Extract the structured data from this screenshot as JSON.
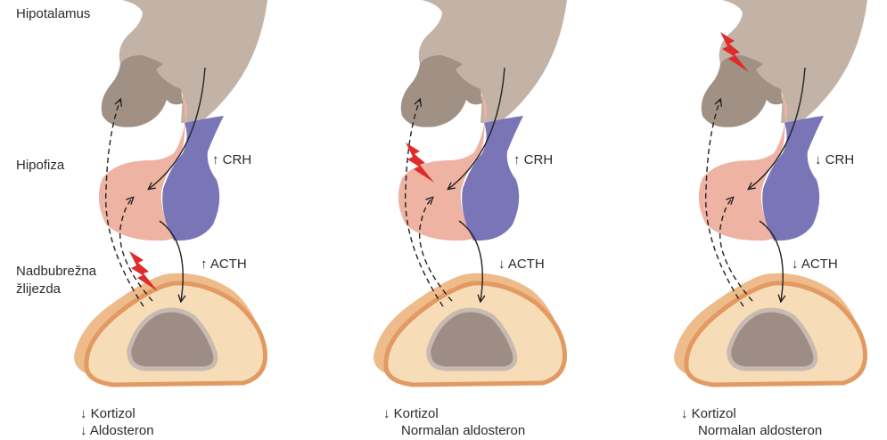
{
  "labels": {
    "hypothalamus": "Hipotalamus",
    "pituitary": "Hipofiza",
    "adrenal_line1": "Nadbubrežna",
    "adrenal_line2": "žlijezda"
  },
  "panels": [
    {
      "crh": "↑ CRH",
      "acth": "↑ ACTH",
      "result_line1": "↓ Kortizol",
      "result_line2": "↓ Aldosteron",
      "lesion": "adrenal"
    },
    {
      "crh": "↑ CRH",
      "acth": "↓ ACTH",
      "result_line1": "↓ Kortizol",
      "result_line2": "Normalan aldosteron",
      "lesion": "pituitary"
    },
    {
      "crh": "↓ CRH",
      "acth": "↓ ACTH",
      "result_line1": "↓ Kortizol",
      "result_line2": "Normalan aldosteron",
      "lesion": "hypothalamus"
    }
  ],
  "colors": {
    "hypothalamus_upper": "#c2b3a6",
    "hypothalamus_lower": "#a09184",
    "anterior_pituitary": "#eeb3a3",
    "posterior_pituitary": "#7a75b7",
    "adrenal_cortex": "#eebb8a",
    "adrenal_rim": "#e29a62",
    "adrenal_inner": "#f6ddb8",
    "medulla": "#9e8d84",
    "medulla_ring": "#c8b9b1",
    "lesion_bolt": "#e02b2b"
  }
}
